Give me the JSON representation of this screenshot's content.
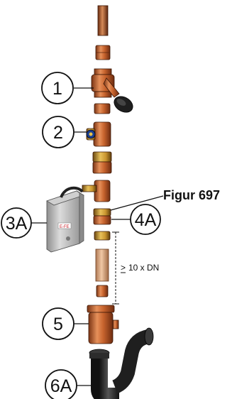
{
  "callouts": {
    "c1": "1",
    "c2": "2",
    "c3a": "3A",
    "c4a": "4A",
    "c5": "5",
    "c6a": "6A"
  },
  "figure_ref": "Figur 697",
  "dimension": {
    "symbol": ">",
    "text": "10 x DN"
  },
  "actuator": {
    "brand_text": "E-FE"
  },
  "colors": {
    "copper": "#c8642e",
    "brass": "#c9952f",
    "black": "#2b2b2b",
    "grey": "#b9b9b9"
  }
}
